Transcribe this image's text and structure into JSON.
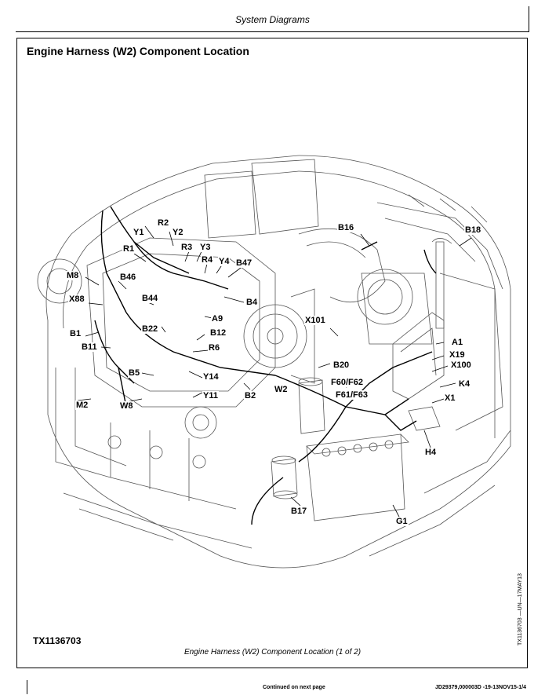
{
  "header": {
    "section": "System Diagrams"
  },
  "title": "Engine Harness (W2) Component Location",
  "figure_id": "TX1136703",
  "vertical_id": "TX1136703 —UN—17MAY13",
  "caption": "Engine Harness (W2) Component Location (1 of 2)",
  "footer": {
    "continued": "Continued on next page",
    "docref": "JD29379,000003D -19-13NOV15-1/4"
  },
  "labels": {
    "R2": "R2",
    "Y1": "Y1",
    "Y2": "Y2",
    "R1": "R1",
    "R3": "R3",
    "Y3": "Y3",
    "R4": "R4",
    "Y4": "Y4",
    "B47": "B47",
    "B16": "B16",
    "B18": "B18",
    "M8": "M8",
    "B46": "B46",
    "X88": "X88",
    "B44": "B44",
    "B4": "B4",
    "A9": "A9",
    "X101": "X101",
    "B1": "B1",
    "B22": "B22",
    "B12": "B12",
    "B11": "B11",
    "R6": "R6",
    "A1": "A1",
    "X19": "X19",
    "X100": "X100",
    "B5": "B5",
    "Y14": "Y14",
    "B20": "B20",
    "F60F62": "F60/F62",
    "K4": "K4",
    "F61F63": "F61/F63",
    "W2": "W2",
    "B2": "B2",
    "X1": "X1",
    "M2": "M2",
    "Y11": "Y11",
    "W8": "W8",
    "H4": "H4",
    "B17": "B17",
    "G1": "G1"
  }
}
